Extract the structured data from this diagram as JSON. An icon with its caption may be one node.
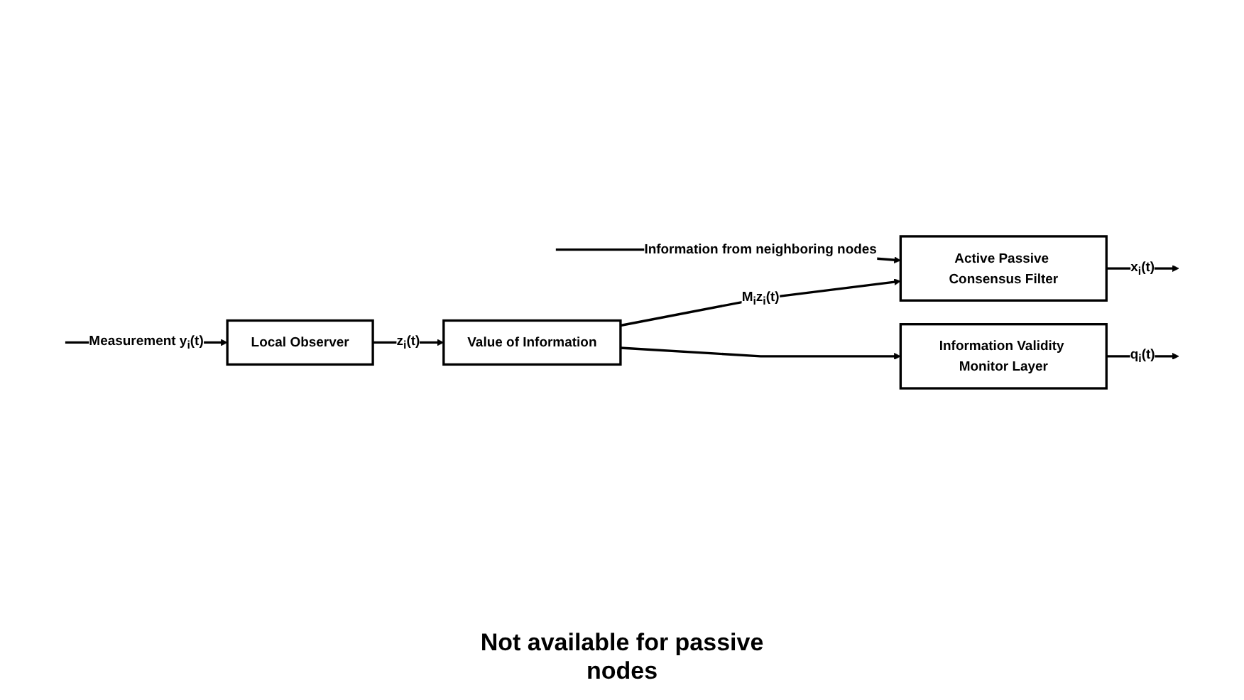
{
  "diagram": {
    "nodes": [
      {
        "text": [
          "Local Observer"
        ]
      },
      {
        "text": [
          "Value of Information"
        ]
      },
      {
        "text": [
          "Active Passive Consensus Filter"
        ]
      },
      {
        "text": [
          "Information Validity Monitor Layer"
        ]
      }
    ],
    "edges": [
      {
        "from": null,
        "to": 2,
        "arrow": "to",
        "label": "Information from neighboring nodes"
      },
      {
        "from": null,
        "to": 0,
        "arrow": "to",
        "label": "Measurement y$_{i}$(t)"
      },
      {
        "from": 0,
        "to": 1,
        "arrow": "to",
        "label": "z$_{i}$(t)"
      },
      {
        "from": 1,
        "to": 2,
        "arrow": "to",
        "label": "M$_{i}$z$_{i}$(t)"
      },
      {
        "from": 1,
        "to": 3,
        "arrow": "to"
      },
      {
        "from": 2,
        "to": null,
        "arrow": "to",
        "label": "x$_{i}$(t)"
      },
      {
        "from": 3,
        "to": null,
        "arrow": "to",
        "label": "q$_{i}$(t)"
      }
    ],
    "labels": [
      "Not available for passive nodes"
    ]
  }
}
